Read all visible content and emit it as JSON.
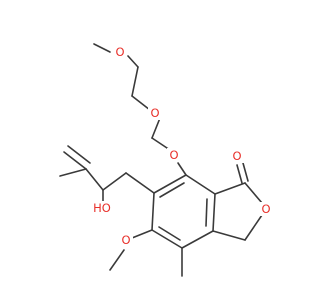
{
  "molecule": {
    "atom_labels": {
      "o_methoxy_top": "O",
      "o_ether_mid": "O",
      "o_aryl_ether": "O",
      "o_carbonyl": "O",
      "o_ring": "O",
      "o_hydroxyl": "HO",
      "o_methoxy_aryl": "O"
    },
    "colors": {
      "bond": "#3a3a3a",
      "oxygen": "#e8302a",
      "background": "#ffffff"
    }
  }
}
